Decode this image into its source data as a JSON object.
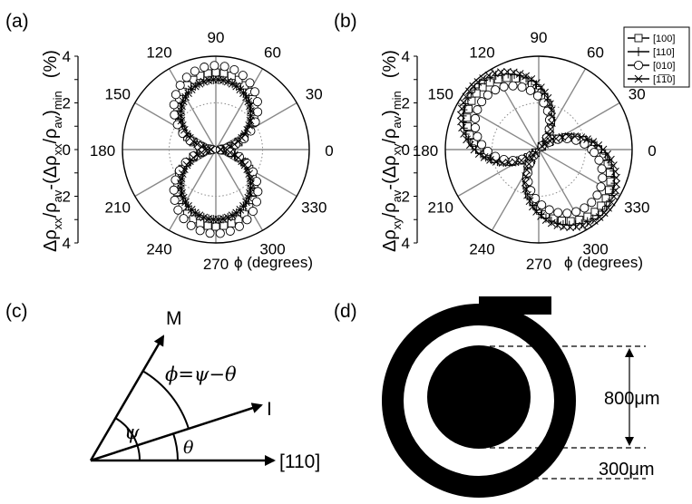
{
  "panels": {
    "a": {
      "label": "(a)"
    },
    "b": {
      "label": "(b)"
    },
    "c": {
      "label": "(c)"
    },
    "d": {
      "label": "(d)"
    }
  },
  "chart_data": [
    {
      "type": "polar-scatter",
      "panel": "(a)",
      "r_ticks": [
        "0",
        "2",
        "4"
      ],
      "r_range": [
        0,
        4
      ],
      "angle_ticks": [
        "0",
        "30",
        "60",
        "90",
        "120",
        "150",
        "180",
        "210",
        "240",
        "270",
        "300",
        "330"
      ],
      "ylabel_parts": [
        "Δρ",
        "xx",
        "/ρ",
        "av",
        "-(Δρ",
        "xx",
        "/ρ",
        "av",
        ")",
        "min",
        "(%)"
      ],
      "xlabel": "ϕ (degrees)",
      "series": [
        {
          "name": "[100]",
          "marker": "square",
          "amplitude": 3.3,
          "phase_deg": 90
        },
        {
          "name": "[110]",
          "marker": "plus",
          "amplitude": 3.0,
          "phase_deg": 90
        },
        {
          "name": "[010]",
          "marker": "circle",
          "amplitude": 3.6,
          "phase_deg": 90
        },
        {
          "name": "[1̅1̅0]",
          "marker": "cross",
          "amplitude": 3.0,
          "phase_deg": 90
        }
      ]
    },
    {
      "type": "polar-scatter",
      "panel": "(b)",
      "r_ticks": [
        "0",
        "2",
        "4"
      ],
      "r_range": [
        0,
        4
      ],
      "angle_ticks": [
        "0",
        "30",
        "60",
        "90",
        "120",
        "150",
        "180",
        "210",
        "240",
        "270",
        "300",
        "330"
      ],
      "ylabel_parts": [
        "Δρ",
        "xy",
        "/ρ",
        "av",
        "-(Δρ",
        "xy",
        "/ρ",
        "av",
        ")",
        "min",
        "(%)"
      ],
      "xlabel": "ϕ (degrees)",
      "legend": [
        "[100]",
        "[110]",
        "[010]",
        "[1̅1̅0]"
      ],
      "legend_position": "top-right",
      "series": [
        {
          "name": "[100]",
          "marker": "square",
          "amplitude": 3.6,
          "phase_deg": 135
        },
        {
          "name": "[110]",
          "marker": "plus",
          "amplitude": 3.8,
          "phase_deg": 135
        },
        {
          "name": "[010]",
          "marker": "circle",
          "amplitude": 3.2,
          "phase_deg": 135
        },
        {
          "name": "[1̅1̅0]",
          "marker": "cross",
          "amplitude": 3.9,
          "phase_deg": 135
        }
      ]
    }
  ],
  "diagram_c": {
    "vectors": [
      {
        "name": "M",
        "angle_deg": 50
      },
      {
        "name": "I",
        "angle_deg": 18
      },
      {
        "name": "[110]",
        "angle_deg": 0
      }
    ],
    "angle_labels": {
      "phi": "ϕ=ψ−θ",
      "psi": "ψ",
      "theta": "θ"
    }
  },
  "diagram_d": {
    "dimensions": [
      "800μm",
      "300μm"
    ]
  }
}
